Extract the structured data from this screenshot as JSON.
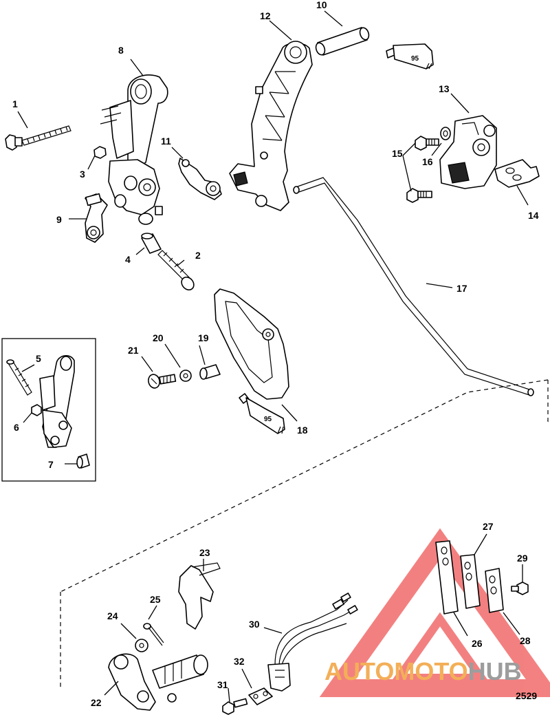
{
  "diagram_id": "2529",
  "watermark": {
    "text_part1": "AUTOMOTO",
    "text_part2": "HUB",
    "color1": "#f2a23c",
    "color2": "#8c8c8c",
    "triangle_color": "#f26b6b"
  },
  "sealant_label": "95",
  "callouts": [
    "1",
    "2",
    "3",
    "4",
    "5",
    "6",
    "7",
    "8",
    "9",
    "10",
    "11",
    "12",
    "13",
    "14",
    "15",
    "16",
    "17",
    "18",
    "19",
    "20",
    "21",
    "22",
    "23",
    "24",
    "25",
    "26",
    "27",
    "28",
    "29",
    "30",
    "31",
    "32"
  ]
}
